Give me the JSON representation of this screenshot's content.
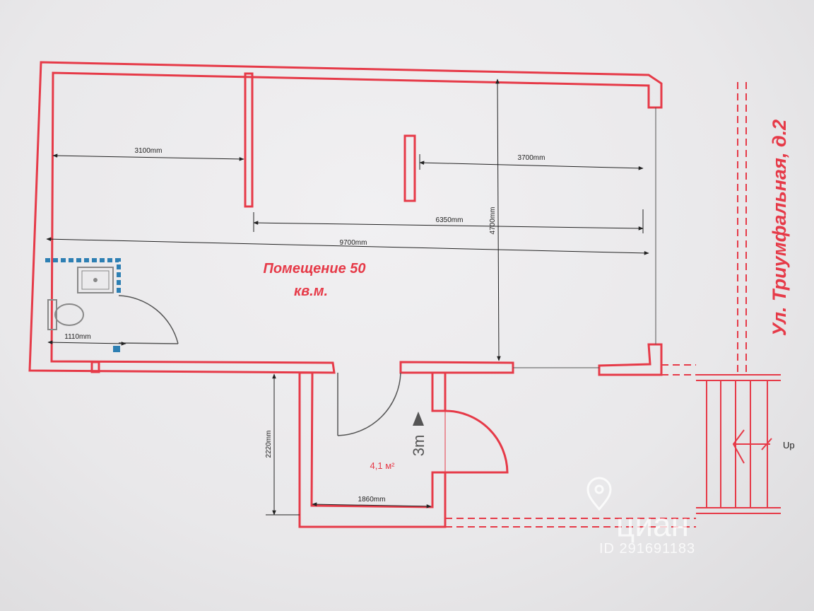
{
  "plan": {
    "room_title_line1": "Помещение 50",
    "room_title_line2": "кв.м.",
    "vestibule_area": "4,1 м²",
    "street_label": "Ул. Триумфальная, д.2",
    "stairs_label": "Up",
    "ceiling_height": "3m",
    "dimensions": {
      "d3100": "3100mm",
      "d3700": "3700mm",
      "d6350": "6350mm",
      "d9700": "9700mm",
      "d4700": "4700mm",
      "d1110": "1110mm",
      "d2220": "2220mm",
      "d1860": "1860mm"
    },
    "colors": {
      "wall": "#e63a48",
      "plumbing_wall": "#2d7fb3",
      "dimension_line": "#222222"
    }
  },
  "watermark": {
    "logo_text": "циан",
    "listing_id": "ID 291691183"
  }
}
